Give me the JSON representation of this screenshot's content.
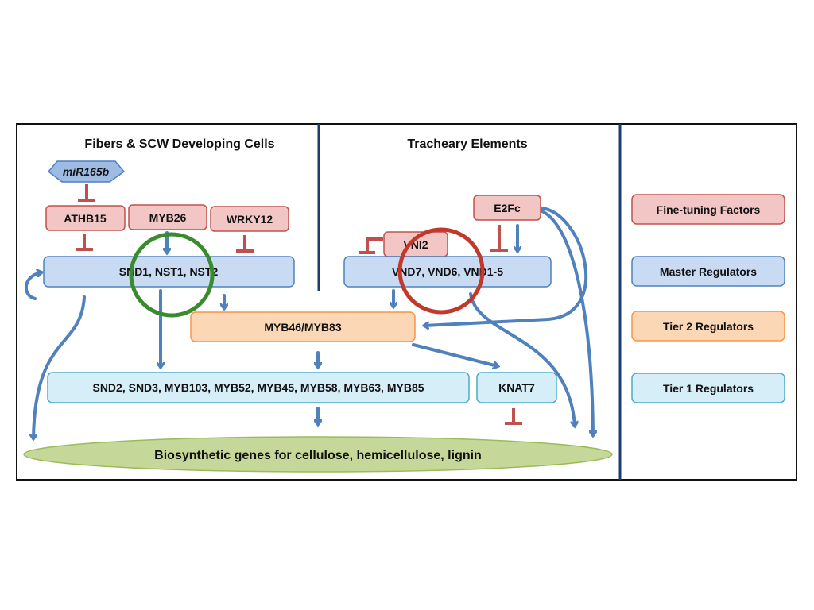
{
  "sections": {
    "fibers_title": "Fibers & SCW Developing Cells",
    "tracheary_title": "Tracheary Elements"
  },
  "nodes": {
    "mir165b": "miR165b",
    "athb15": "ATHB15",
    "myb26": "MYB26",
    "wrky12": "WRKY12",
    "snd1": "SND1, NST1, NST2",
    "vni2": "VNI2",
    "e2fc": "E2Fc",
    "vnd": "VND7, VND6, VND1-5",
    "myb46": "MYB46/MYB83",
    "tier1": "SND2, SND3, MYB103, MYB52, MYB45, MYB58, MYB63, MYB85",
    "knat7": "KNAT7",
    "biosynthetic": "Biosynthetic genes  for cellulose, hemicellulose, lignin"
  },
  "legend": [
    {
      "label": "Fine-tuning Factors",
      "color": "#f2c6c5"
    },
    {
      "label": "Master Regulators",
      "color": "#c9daf3"
    },
    {
      "label": "Tier 2 Regulators",
      "color": "#fcd7b6"
    },
    {
      "label": "Tier 1 Regulators",
      "color": "#d6eef7"
    }
  ],
  "colors": {
    "activation": "#4f81bd",
    "inhibition": "#c0504d",
    "highlight_fibers": "#3a8a2e",
    "highlight_tracheary": "#c0392b",
    "biosynthetic_fill": "#c5d89a"
  }
}
